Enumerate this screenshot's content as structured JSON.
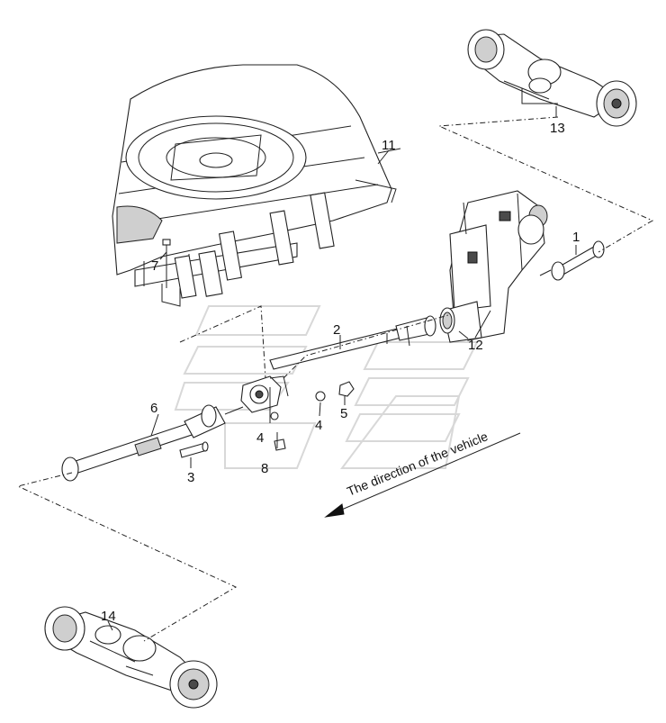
{
  "callouts": {
    "c1": "1",
    "c2": "2",
    "c3": "3",
    "c4a": "4",
    "c4b": "4",
    "c5": "5",
    "c6": "6",
    "c7": "7",
    "c8": "8",
    "c11": "11",
    "c12": "12",
    "c13": "13",
    "c14": "14"
  },
  "direction_label": "The direction of the vehicle"
}
